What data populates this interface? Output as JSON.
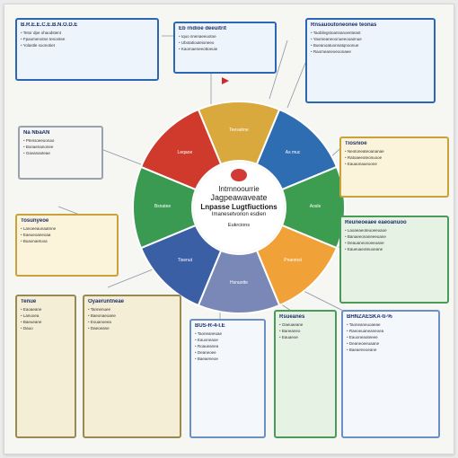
{
  "center": {
    "line1": "Intrnnoourrie",
    "line2": "Jagpeawaveate",
    "line3": "Lnpasse Lugtfiuctions",
    "line4": "Imanesetvorion esdien",
    "line5": "Eukrcions"
  },
  "wheel": {
    "segments": [
      {
        "label": "Teesahne",
        "color": "#d9a93d"
      },
      {
        "label": "As muc",
        "color": "#2f6db3"
      },
      {
        "label": "Aosle",
        "color": "#3c9d51"
      },
      {
        "label": "Pnanmst",
        "color": "#f0a238"
      },
      {
        "label": "Hsnuotte",
        "color": "#7a88b8"
      },
      {
        "label": "Tixenut",
        "color": "#3b5fa5"
      },
      {
        "label": "Bsnatee",
        "color": "#3a9a52"
      },
      {
        "label": "Leqaoe",
        "color": "#cf3a2c"
      }
    ]
  },
  "cards": {
    "top_left": {
      "title": "B.R.E.E.C.E.B.N.O.D.E",
      "lines": [
        "Tetor dpe ohaodstent",
        "Fpaomenotne tenontee",
        "Yolastle soonotiet"
      ]
    },
    "top_center": {
      "title": "Eb rndioe deeuitrit",
      "lines": [
        "Iquo nnenaeeuotoe",
        "Ubotatiouteioneeo",
        "Kaomaeneeottoeuie"
      ]
    },
    "top_right": {
      "title": "Rnsauoutoneonee teonas",
      "lines": [
        "Taobilegstoannanoenteant",
        "Yaomeaneoonueeooannue",
        "Bueanoatuonnatqnoonue",
        "Raomeaneoeoonaee"
      ]
    },
    "left_mid": {
      "title": "Na NbaAN",
      "lines": [
        "Ptensoeeuonao",
        "Bonaenanonee",
        "Gavanaoteae"
      ]
    },
    "right_mid": {
      "title": "Tiosnioe",
      "lines": [
        "Neotoneateoananae",
        "Ratoaeeoteonuooe",
        "Eauaonaueoone"
      ]
    },
    "left_lower": {
      "title": "Tosunyeoe",
      "lines": [
        "Lanoeeaunaatnne",
        "Eaeueoaneoaa",
        "Buaonaetooa"
      ]
    },
    "right_lower": {
      "title": "Reuneoeaee eaeoanuoo",
      "lines": [
        "Laoaeaeoteuoeeuaoe",
        "Banaeeonaneeeuane",
        "Deauaneonoeeoane",
        "Eaueuaeoteuoeane"
      ]
    },
    "bottom_left_a": {
      "title": "Tenue",
      "lines": [
        "Eaoaeane",
        "Lanuoea",
        "Baeueane",
        "Dauo"
      ]
    },
    "bottom_left_b": {
      "title": "Oyaeruntneae",
      "lines": [
        "Tannenuee",
        "Baeonaeoane",
        "Eouanoeea",
        "Daeoeane"
      ]
    },
    "bottom_center": {
      "title": "BUS-R-4-I.E",
      "lines": [
        "Taoneaneuae",
        "Eauoneaoe",
        "Roaueanea",
        "Deaneoee",
        "Baeaeneoe"
      ]
    },
    "bottom_right_a": {
      "title": "Rsueanes",
      "lines": [
        "Oaeuaeane",
        "Baneaneo",
        "Eauaeoe"
      ]
    },
    "bottom_right_b": {
      "title": "BHNZAESKA-ti-%",
      "lines": [
        "Taoneaneuoaeae",
        "Raeoeuaneaneoea",
        "Eauoneaoteeee",
        "Deaneoeeuaane",
        "Baeaeneoeane"
      ]
    }
  },
  "colors": {
    "blue": "#2c67b4",
    "yellow": "#c9a23c",
    "green": "#4a9b5a",
    "red": "#cf3a2c",
    "orange": "#f0a238"
  },
  "icons": [
    "brain-icon",
    "flag-icon"
  ]
}
